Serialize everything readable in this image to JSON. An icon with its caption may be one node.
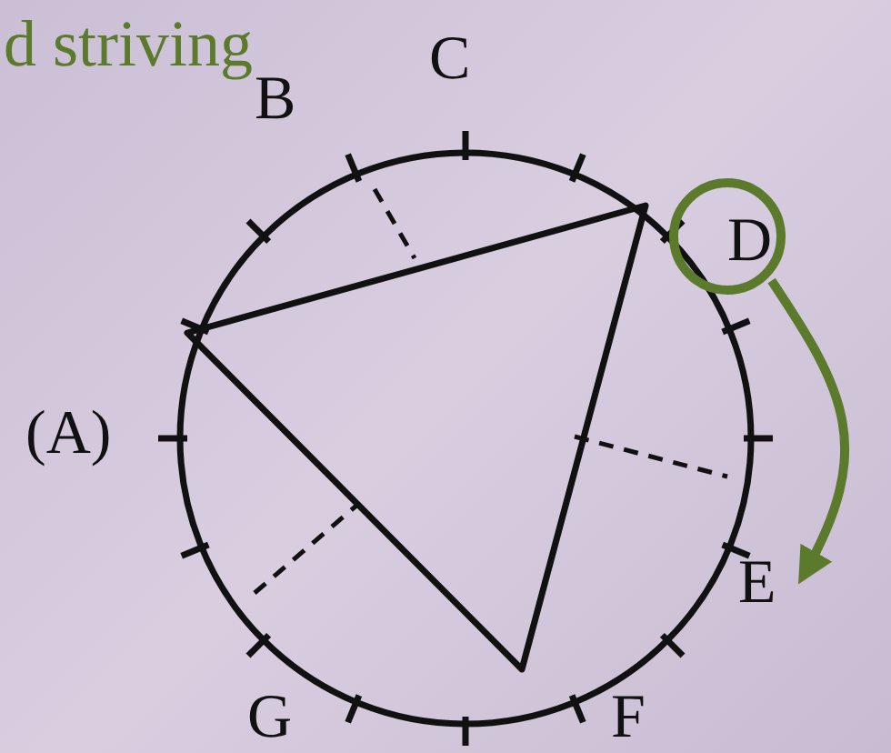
{
  "diagram": {
    "nodes": [
      {
        "text": [],
        "shape": "circle"
      },
      {
        "text": [
          "E"
        ]
      }
    ],
    "edges": [
      {
        "from": 0,
        "to": 1,
        "arrow": "to",
        "color": "#5b7a2b"
      }
    ],
    "labels": [
      "d striving",
      "C",
      "B",
      "D",
      "(A)",
      "G",
      "F"
    ]
  }
}
